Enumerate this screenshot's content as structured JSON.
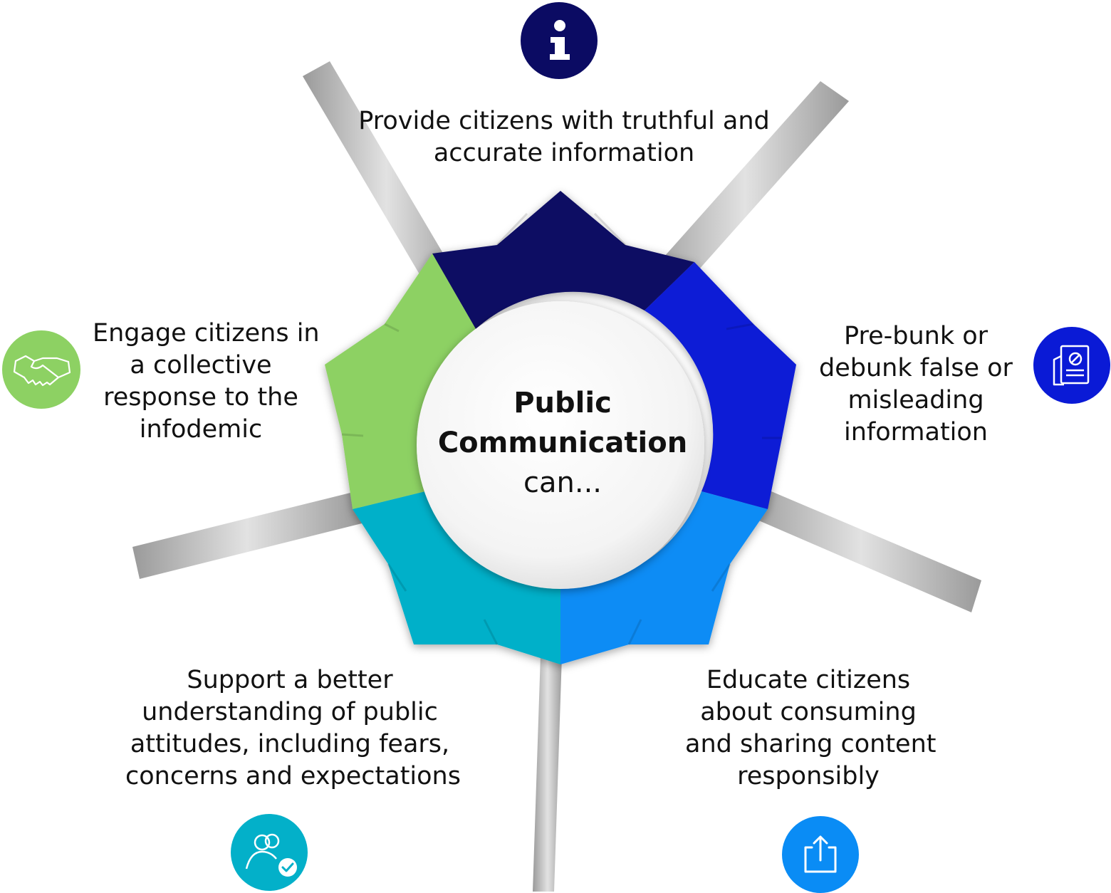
{
  "center": {
    "title_lines": [
      "Public",
      "Communication"
    ],
    "subtitle": "can..."
  },
  "items": [
    {
      "id": "provide",
      "lines": [
        "Provide citizens with truthful and",
        "accurate information"
      ],
      "color": "#0b0b63",
      "icon": "info-icon"
    },
    {
      "id": "prebunk",
      "lines": [
        "Pre-bunk or",
        "debunk false or",
        "misleading",
        "information"
      ],
      "color": "#0a1ad6",
      "icon": "document-icon"
    },
    {
      "id": "educate",
      "lines": [
        "Educate citizens",
        "about consuming",
        "and sharing content",
        "responsibly"
      ],
      "color": "#0a8cf5",
      "icon": "share-icon"
    },
    {
      "id": "support",
      "lines": [
        "Support a better",
        "understanding of public",
        "attitudes, including fears,",
        "concerns and expectations"
      ],
      "color": "#03b0c9",
      "icon": "people-check-icon"
    },
    {
      "id": "engage",
      "lines": [
        "Engage citizens in",
        "a collective",
        "response to the",
        "infodemic"
      ],
      "color": "#8dd163",
      "icon": "handshake-icon"
    }
  ],
  "colors": {
    "spoke": "#c6c6c6",
    "center_fill": "#f2f2f2",
    "text": "#111111"
  }
}
